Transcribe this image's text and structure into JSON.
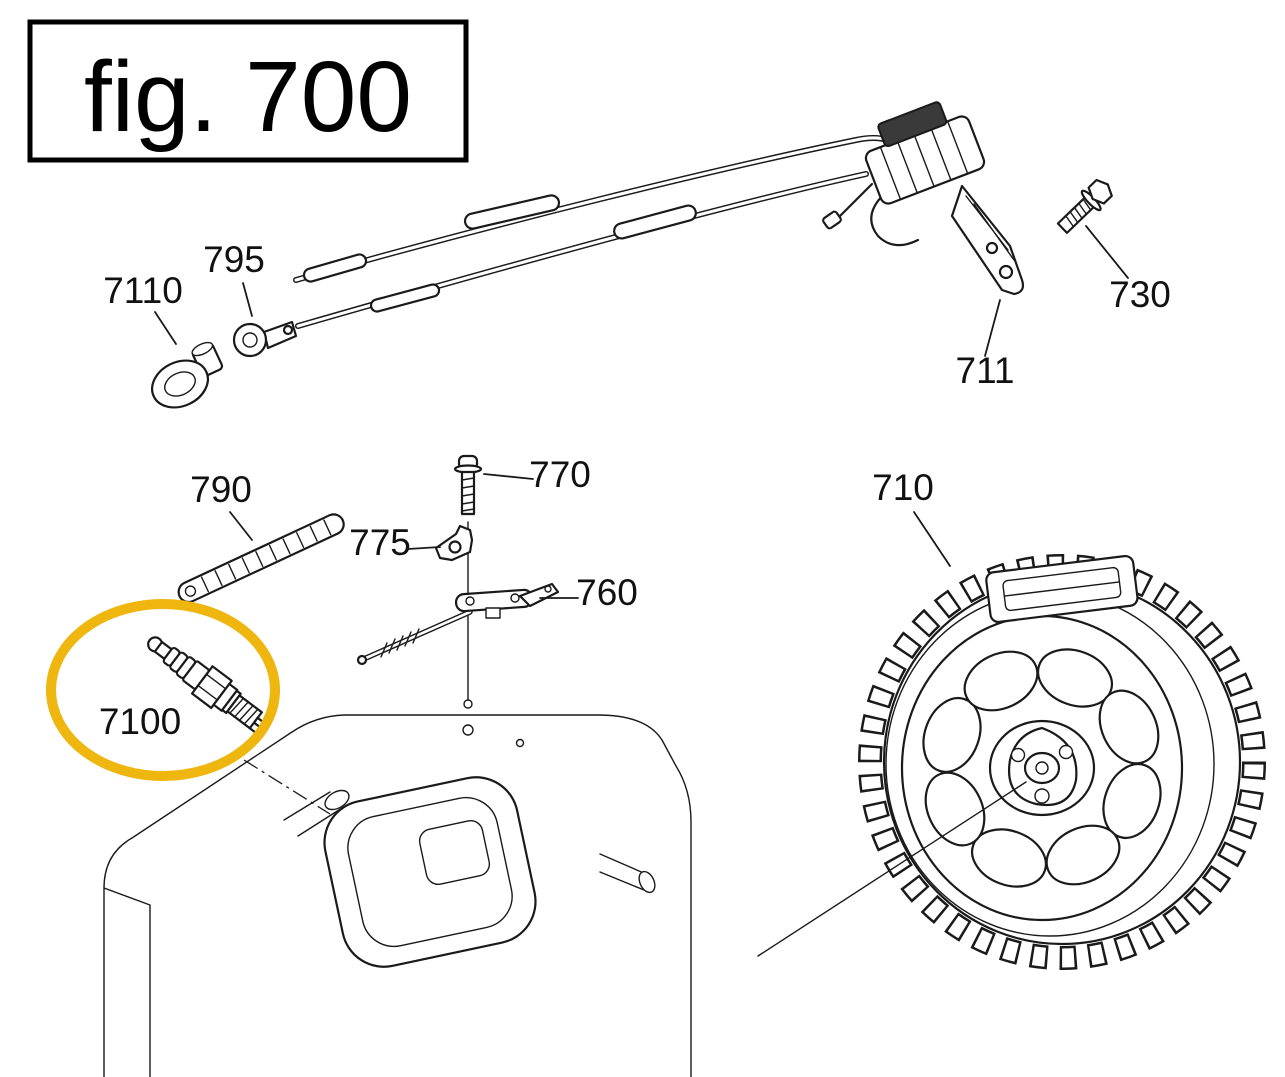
{
  "figure_label": "fig. 700",
  "highlighted_part": "7100",
  "colors": {
    "line": "#1a1a1a",
    "highlight": "#eeb60e",
    "background": "#ffffff"
  },
  "part_labels": {
    "7110": "7110",
    "795": "795",
    "730": "730",
    "711": "711",
    "790": "790",
    "770": "770",
    "775": "775",
    "760": "760",
    "710": "710",
    "7100": "7100"
  }
}
